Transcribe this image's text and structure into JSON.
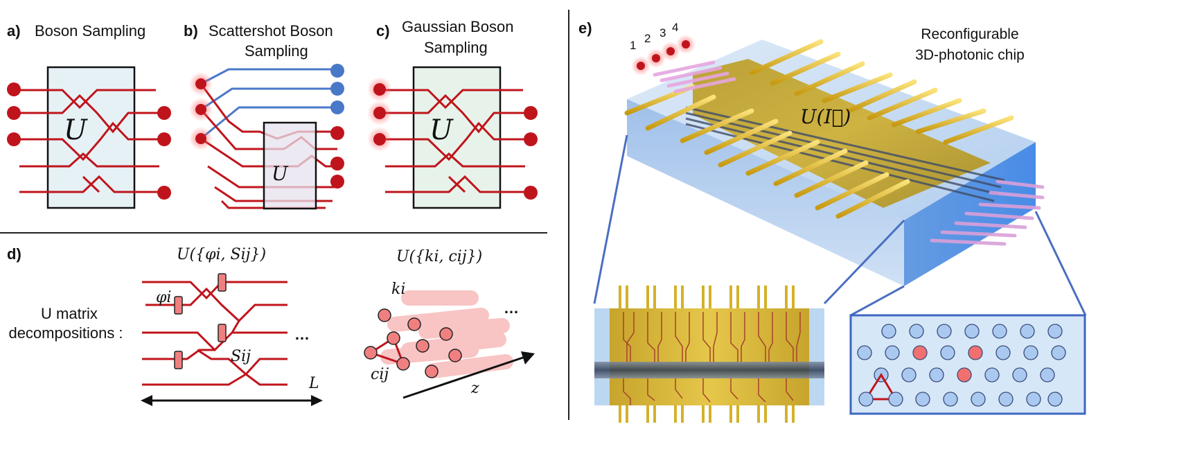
{
  "panel_a": {
    "tag": "a)",
    "title": "Boson Sampling",
    "matrix": "U"
  },
  "panel_b": {
    "tag": "b)",
    "title_line1": "Scattershot Boson",
    "title_line2": "Sampling",
    "matrix": "U"
  },
  "panel_c": {
    "tag": "c)",
    "title_line1": "Gaussian Boson",
    "title_line2": "Sampling",
    "matrix": "U"
  },
  "panel_d": {
    "tag": "d)",
    "desc_line1": "U matrix",
    "desc_line2": "decompositions :",
    "formula_left": "U({φi, Sij})",
    "formula_right": "U({ki, cij})",
    "phi": "φi",
    "s": "Sij",
    "k": "ki",
    "c": "cij",
    "length": "L",
    "axis": "z",
    "ellipsis": "…"
  },
  "panel_e": {
    "tag": "e)",
    "title_line1": "Reconfigurable",
    "title_line2": "3D-photonic chip",
    "input_numbers": [
      "1",
      "2",
      "3",
      "4"
    ],
    "chip_label": "U(I⃗)"
  },
  "colors": {
    "waveguide_red": "#c0141c",
    "photon_blue": "#4a78c8",
    "chip_gold": "#c9a826",
    "glass_blue": "#9cc4ee",
    "pink": "#f4a6a6"
  }
}
